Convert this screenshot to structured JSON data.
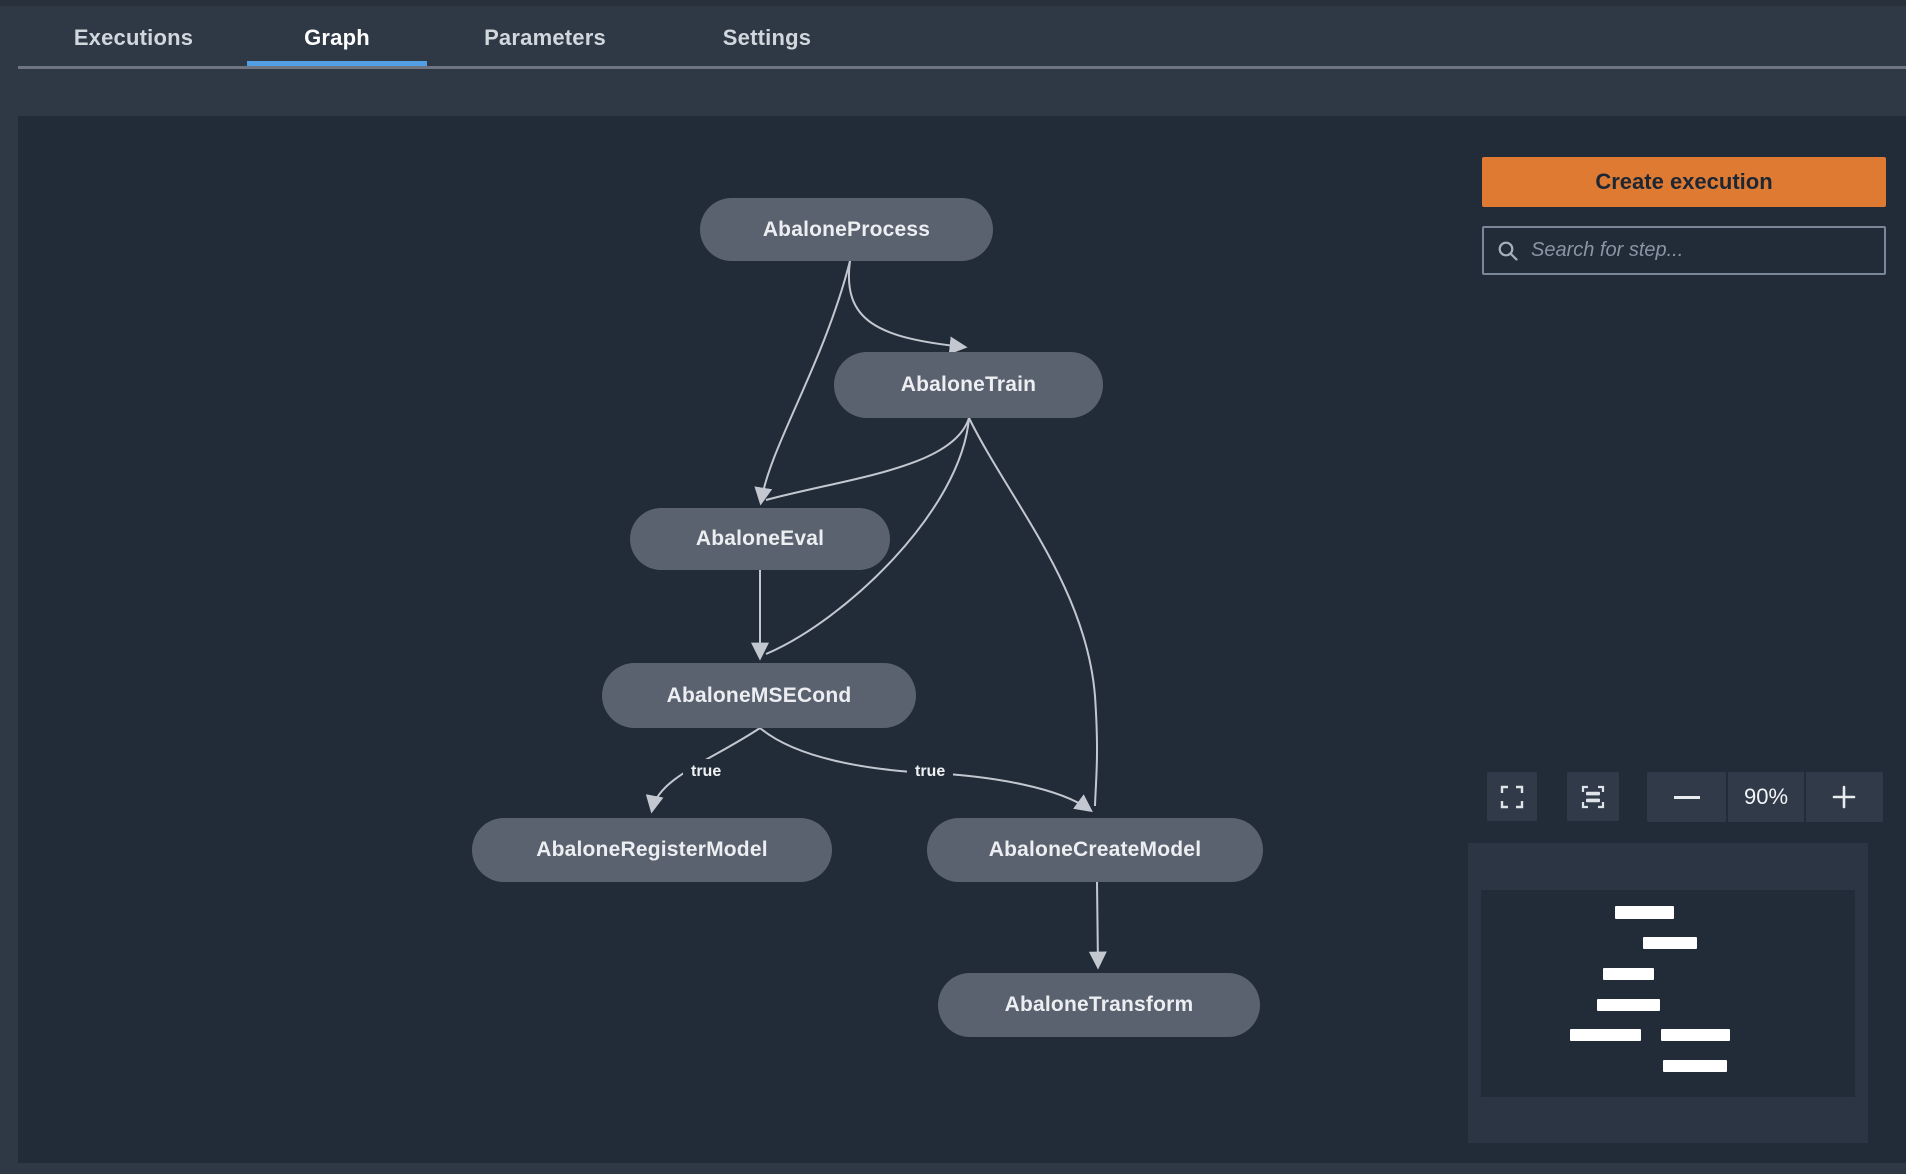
{
  "tabs": {
    "items": [
      {
        "label": "Executions",
        "active": false
      },
      {
        "label": "Graph",
        "active": true
      },
      {
        "label": "Parameters",
        "active": false
      },
      {
        "label": "Settings",
        "active": false
      }
    ]
  },
  "toolbar": {
    "create_execution_label": "Create execution",
    "search_placeholder": "Search for step...",
    "search_value": "",
    "zoom_level": "90%",
    "zoom_out_label": "−",
    "zoom_in_label": "+"
  },
  "graph": {
    "nodes": [
      {
        "id": "AbaloneProcess",
        "label": "AbaloneProcess"
      },
      {
        "id": "AbaloneTrain",
        "label": "AbaloneTrain"
      },
      {
        "id": "AbaloneEval",
        "label": "AbaloneEval"
      },
      {
        "id": "AbaloneMSECond",
        "label": "AbaloneMSECond"
      },
      {
        "id": "AbaloneRegisterModel",
        "label": "AbaloneRegisterModel"
      },
      {
        "id": "AbaloneCreateModel",
        "label": "AbaloneCreateModel"
      },
      {
        "id": "AbaloneTransform",
        "label": "AbaloneTransform"
      }
    ],
    "edges": [
      {
        "from": "AbaloneProcess",
        "to": "AbaloneTrain",
        "label": ""
      },
      {
        "from": "AbaloneProcess",
        "to": "AbaloneEval",
        "label": ""
      },
      {
        "from": "AbaloneTrain",
        "to": "AbaloneEval",
        "label": ""
      },
      {
        "from": "AbaloneTrain",
        "to": "AbaloneMSECond",
        "label": ""
      },
      {
        "from": "AbaloneTrain",
        "to": "AbaloneCreateModel",
        "label": ""
      },
      {
        "from": "AbaloneEval",
        "to": "AbaloneMSECond",
        "label": ""
      },
      {
        "from": "AbaloneMSECond",
        "to": "AbaloneRegisterModel",
        "label": "true"
      },
      {
        "from": "AbaloneMSECond",
        "to": "AbaloneCreateModel",
        "label": "true"
      },
      {
        "from": "AbaloneCreateModel",
        "to": "AbaloneTransform",
        "label": ""
      }
    ]
  },
  "colors": {
    "accent_blue": "#539fe5",
    "primary_orange": "#df7a33",
    "canvas_bg": "#222b38",
    "page_bg": "#2f3845",
    "node_bg": "#5a6270",
    "edge": "#c3c8d0"
  }
}
